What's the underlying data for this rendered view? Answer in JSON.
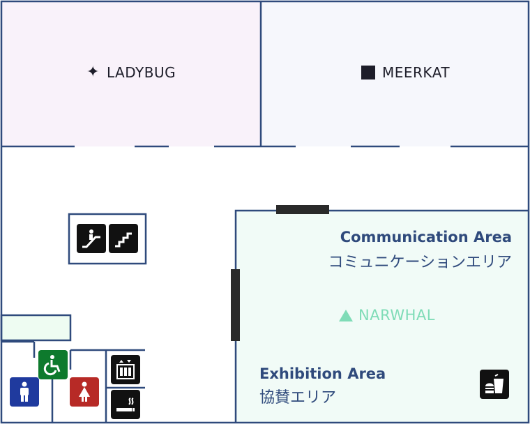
{
  "rooms": {
    "ladybug": {
      "label": "LADYBUG",
      "marker_icon": "four-point-star-icon",
      "fill": "#f9f2fa"
    },
    "meerkat": {
      "label": "MEERKAT",
      "marker_icon": "filled-square-icon",
      "fill": "#f6f7fc"
    }
  },
  "communication_area": {
    "label_en": "Communication Area",
    "label_jp": "コミュニケーションエリア"
  },
  "exhibition_area": {
    "label_en": "Exhibition Area",
    "label_jp": "協賛エリア",
    "fill": "#f1fbf7"
  },
  "narwhal": {
    "label": "NARWHAL",
    "marker_icon": "triangle-icon",
    "color": "#7fdcb7"
  },
  "facilities": [
    "escalator-icon",
    "stairs-icon",
    "elevator-icon",
    "smoking-area-icon",
    "food-and-drink-icon",
    "accessible-restroom-icon",
    "mens-restroom-icon",
    "womens-restroom-icon"
  ],
  "colors": {
    "wall": "#2f4a7c",
    "door_bar": "#2a2a2a",
    "icon_black": "#111111",
    "accessible_green": "#0e7a2d",
    "mens_blue": "#1f3a9e",
    "womens_red": "#b72a26"
  }
}
